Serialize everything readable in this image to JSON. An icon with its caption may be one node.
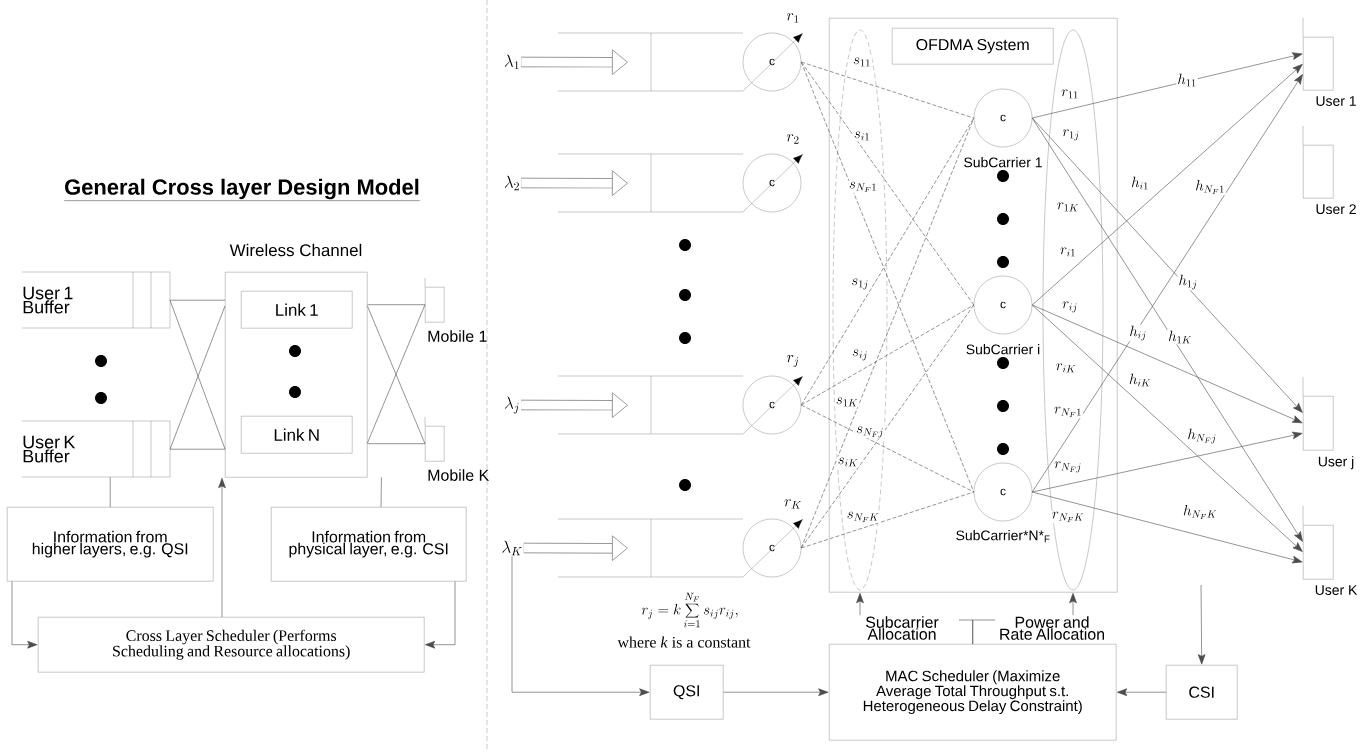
{
  "diagram": {
    "title": "General Cross layer Design Model",
    "nodes": [
      {
        "text": [
          "User 1 Buffer"
        ]
      },
      {
        "text": [
          "User K Buffer"
        ]
      },
      {
        "text": [
          "Wireless Channel"
        ]
      },
      {
        "text": [
          "Link 1"
        ],
        "in": 2
      },
      {
        "text": [
          "Link N"
        ],
        "in": 2
      },
      {
        "text": [
          "Mobile 1"
        ]
      },
      {
        "text": [
          "Mobile K"
        ]
      },
      {
        "text": [
          "Information from higher layers, e.g. QSI"
        ]
      },
      {
        "text": [
          "Information from physical layer, e.g. CSI"
        ]
      },
      {
        "text": [
          "Cross Layer Scheduler (Performs Scheduling and Resource allocations)"
        ]
      },
      {
        "text": [
          "\\lambda_1"
        ]
      },
      {
        "text": [],
        "shape": "box"
      },
      {
        "text": [
          "c"
        ],
        "beside": [
          "r_1"
        ]
      },
      {
        "text": [
          "\\lambda_2"
        ]
      },
      {
        "text": [],
        "shape": "box"
      },
      {
        "text": [
          "c"
        ],
        "beside": [
          "r_2"
        ]
      },
      {
        "text": [
          "\\lambda_j"
        ]
      },
      {
        "text": [],
        "shape": "box"
      },
      {
        "text": [
          "c"
        ],
        "beside": [
          "r_j"
        ]
      },
      {
        "text": [
          "\\lambda_K"
        ]
      },
      {
        "text": [],
        "shape": "box"
      },
      {
        "text": [
          "c"
        ],
        "beside": [
          "r_K"
        ]
      },
      {
        "text": [],
        "shape": "box"
      },
      {
        "text": [
          "OFDMA System"
        ],
        "in": 22
      },
      {
        "text": [
          "c"
        ],
        "beside": [
          "SubCarrier 1"
        ],
        "in": 22
      },
      {
        "text": [
          "c"
        ],
        "beside": [
          "SubCarrier i"
        ],
        "in": 22
      },
      {
        "text": [
          "c"
        ],
        "beside": [
          "SubCarrier*N*$_{F}$"
        ],
        "in": 22
      },
      {
        "text": [
          "User 1"
        ]
      },
      {
        "text": [
          "User 2"
        ]
      },
      {
        "text": [
          "User j"
        ]
      },
      {
        "text": [
          "User K"
        ]
      },
      {
        "text": [
          "QSI"
        ]
      },
      {
        "text": [
          "MAC Scheduler (Maximize Average Total Throughput s.t. Heterogeneous Delay Constraint)"
        ]
      },
      {
        "text": [
          "CSI"
        ]
      }
    ],
    "edges": [
      {
        "from": 0,
        "to": 2,
        "arrow": "none"
      },
      {
        "from": 0,
        "to": 2,
        "arrow": "none"
      },
      {
        "from": 1,
        "to": 2,
        "arrow": "none"
      },
      {
        "from": 1,
        "to": 2,
        "arrow": "none"
      },
      {
        "from": 2,
        "to": 5,
        "arrow": "none"
      },
      {
        "from": 2,
        "to": 6,
        "arrow": "none"
      },
      {
        "from": 2,
        "to": 6,
        "arrow": "none"
      },
      {
        "from": 2,
        "to": 5,
        "arrow": "none"
      },
      {
        "from": 1,
        "to": 7,
        "arrow": "none"
      },
      {
        "from": 9,
        "to": 2,
        "arrow": "to"
      },
      {
        "from": 2,
        "to": 8,
        "arrow": "none"
      },
      {
        "from": 7,
        "to": 9,
        "arrow": "to"
      },
      {
        "from": 8,
        "to": 9,
        "arrow": "to"
      },
      {
        "from": 10,
        "to": 11,
        "arrow": "to",
        "style": "thick"
      },
      {
        "from": 13,
        "to": 14,
        "arrow": "to",
        "style": "thick"
      },
      {
        "from": 16,
        "to": 17,
        "arrow": "to",
        "style": "thick"
      },
      {
        "from": 19,
        "to": 20,
        "arrow": "to",
        "style": "thick"
      },
      {
        "from": 12,
        "to": 24,
        "arrow": "none",
        "style": "dashed",
        "label": "s_{11}"
      },
      {
        "from": 12,
        "to": 25,
        "arrow": "none",
        "style": "dashed",
        "label": "s_{i1}"
      },
      {
        "from": 12,
        "to": 26,
        "arrow": "none",
        "style": "dashed",
        "label": "s_{N_F1}"
      },
      {
        "from": 18,
        "to": 24,
        "arrow": "none",
        "style": "dashed",
        "label": "s_{1j}"
      },
      {
        "from": 18,
        "to": 25,
        "arrow": "none",
        "style": "dashed",
        "label": "s_{ij}"
      },
      {
        "from": 18,
        "to": 26,
        "arrow": "none",
        "style": "dashed",
        "label": "s_{N_Fj}"
      },
      {
        "from": 21,
        "to": 24,
        "arrow": "none",
        "style": "dashed",
        "label": "s_{1K}"
      },
      {
        "from": 21,
        "to": 25,
        "arrow": "none",
        "style": "dashed",
        "label": "s_{iK}"
      },
      {
        "from": 21,
        "to": 26,
        "arrow": "none",
        "style": "dashed",
        "label": "s_{N_FK}"
      },
      {
        "from": 24,
        "to": 27,
        "arrow": "to",
        "label": "h_{11}"
      },
      {
        "from": 24,
        "to": 29,
        "arrow": "to",
        "label": "h_{1j}"
      },
      {
        "from": 24,
        "to": 30,
        "arrow": "to",
        "label": "h_{1K}"
      },
      {
        "from": 25,
        "to": 27,
        "arrow": "to",
        "label": "h_{i1}"
      },
      {
        "from": 25,
        "to": 29,
        "arrow": "to",
        "label": "h_{ij}"
      },
      {
        "from": 25,
        "to": 30,
        "arrow": "to",
        "label": "h_{iK}"
      },
      {
        "from": 26,
        "to": 27,
        "arrow": "to",
        "label": "h_{N_F1}"
      },
      {
        "from": 26,
        "to": 29,
        "arrow": "to",
        "label": "h_{N_Fj}"
      },
      {
        "from": 26,
        "to": 30,
        "arrow": "to",
        "label": "h_{N_FK}"
      },
      {
        "from": 32,
        "to": 22,
        "arrow": "to",
        "label": "Subcarrier Allocation"
      },
      {
        "from": 32,
        "to": 22,
        "arrow": "to",
        "label": "Power and Rate Allocation"
      },
      {
        "from": 19,
        "to": 31,
        "arrow": "to"
      },
      {
        "from": 31,
        "to": 32,
        "arrow": "to"
      },
      {
        "from": 33,
        "to": 32,
        "arrow": "to"
      },
      {
        "from": null,
        "to": 33,
        "arrow": "to"
      }
    ],
    "labels": [
      "r_{11}",
      "r_{1j}",
      "r_{1K}",
      "r_{i1}",
      "r_{ij}",
      "r_{iK}",
      "r_{N_F1}",
      "r_{N_Fj}",
      "r_{N_FK}",
      "r_j = k\\sum_{i=1}^{N_F} s_{ij} r_{ij},",
      "where *k* is a constant"
    ]
  }
}
